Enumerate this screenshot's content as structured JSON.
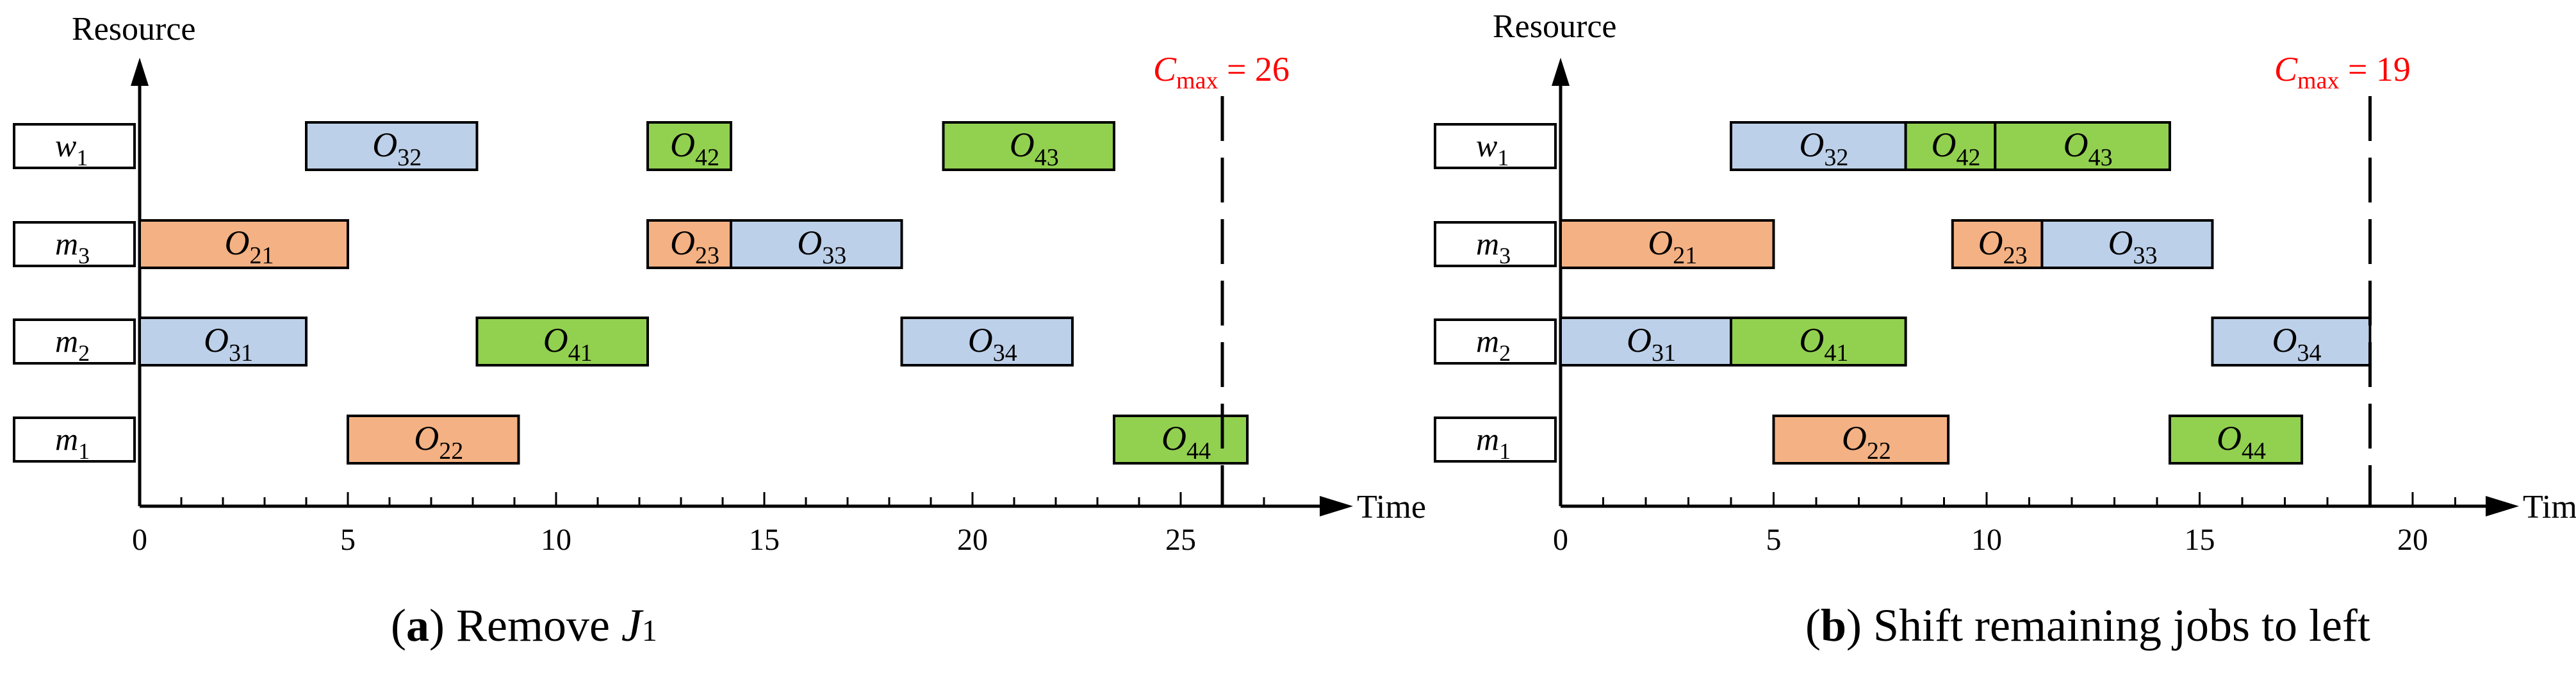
{
  "chart_data": [
    {
      "type": "gantt",
      "panel": "a",
      "caption_letter": "a",
      "caption_text": "Remove ",
      "caption_job": "J",
      "caption_job_sub": "1",
      "y_axis_label": "Resource",
      "x_axis_label": "Time",
      "x_ticks": [
        0,
        5,
        10,
        15,
        20,
        25
      ],
      "x_range": [
        0,
        27
      ],
      "cmax_label": "C",
      "cmax_sub": "max",
      "cmax_value": "= 26",
      "cmax": 26,
      "resources": [
        {
          "name": "w",
          "sub": "1"
        },
        {
          "name": "m",
          "sub": "3"
        },
        {
          "name": "m",
          "sub": "2"
        },
        {
          "name": "m",
          "sub": "1"
        }
      ],
      "tasks": [
        {
          "resource": 0,
          "job": 3,
          "label": "O",
          "sub": "32",
          "start": 4,
          "end": 8.1
        },
        {
          "resource": 0,
          "job": 4,
          "label": "O",
          "sub": "42",
          "start": 12.2,
          "end": 14.2
        },
        {
          "resource": 0,
          "job": 4,
          "label": "O",
          "sub": "43",
          "start": 19.3,
          "end": 23.4
        },
        {
          "resource": 1,
          "job": 2,
          "label": "O",
          "sub": "21",
          "start": 0,
          "end": 5
        },
        {
          "resource": 1,
          "job": 2,
          "label": "O",
          "sub": "23",
          "start": 12.2,
          "end": 14.2
        },
        {
          "resource": 1,
          "job": 3,
          "label": "O",
          "sub": "33",
          "start": 14.2,
          "end": 18.3
        },
        {
          "resource": 2,
          "job": 3,
          "label": "O",
          "sub": "31",
          "start": 0,
          "end": 4
        },
        {
          "resource": 2,
          "job": 4,
          "label": "O",
          "sub": "41",
          "start": 8.1,
          "end": 12.2
        },
        {
          "resource": 2,
          "job": 3,
          "label": "O",
          "sub": "34",
          "start": 18.3,
          "end": 22.4
        },
        {
          "resource": 3,
          "job": 2,
          "label": "O",
          "sub": "22",
          "start": 5,
          "end": 9.1
        },
        {
          "resource": 3,
          "job": 4,
          "label": "O",
          "sub": "44",
          "start": 23.4,
          "end": 26.6
        }
      ]
    },
    {
      "type": "gantt",
      "panel": "b",
      "caption_letter": "b",
      "caption_text": "Shift remaining jobs to left",
      "y_axis_label": "Resource",
      "x_axis_label": "Time",
      "x_ticks": [
        0,
        5,
        10,
        15,
        20
      ],
      "x_range": [
        0,
        21.5
      ],
      "cmax_label": "C",
      "cmax_sub": "max",
      "cmax_value": "= 19",
      "cmax": 19,
      "resources": [
        {
          "name": "w",
          "sub": "1"
        },
        {
          "name": "m",
          "sub": "3"
        },
        {
          "name": "m",
          "sub": "2"
        },
        {
          "name": "m",
          "sub": "1"
        }
      ],
      "tasks": [
        {
          "resource": 0,
          "job": 3,
          "label": "O",
          "sub": "32",
          "start": 4,
          "end": 8.1
        },
        {
          "resource": 0,
          "job": 4,
          "label": "O",
          "sub": "42",
          "start": 8.1,
          "end": 10.2
        },
        {
          "resource": 0,
          "job": 4,
          "label": "O",
          "sub": "43",
          "start": 10.2,
          "end": 14.3
        },
        {
          "resource": 1,
          "job": 2,
          "label": "O",
          "sub": "21",
          "start": 0,
          "end": 5
        },
        {
          "resource": 1,
          "job": 2,
          "label": "O",
          "sub": "23",
          "start": 9.2,
          "end": 11.3
        },
        {
          "resource": 1,
          "job": 3,
          "label": "O",
          "sub": "33",
          "start": 11.3,
          "end": 15.3
        },
        {
          "resource": 2,
          "job": 3,
          "label": "O",
          "sub": "31",
          "start": 0,
          "end": 4
        },
        {
          "resource": 2,
          "job": 4,
          "label": "O",
          "sub": "41",
          "start": 4,
          "end": 8.1
        },
        {
          "resource": 2,
          "job": 3,
          "label": "O",
          "sub": "34",
          "start": 15.3,
          "end": 19
        },
        {
          "resource": 3,
          "job": 2,
          "label": "O",
          "sub": "22",
          "start": 5,
          "end": 9.1
        },
        {
          "resource": 3,
          "job": 4,
          "label": "O",
          "sub": "44",
          "start": 14.3,
          "end": 17.4
        }
      ]
    }
  ],
  "job_colors": {
    "2": "#f4b183",
    "3": "#bdd0e9",
    "4": "#92d050"
  },
  "cmax_color": "#ff0000"
}
